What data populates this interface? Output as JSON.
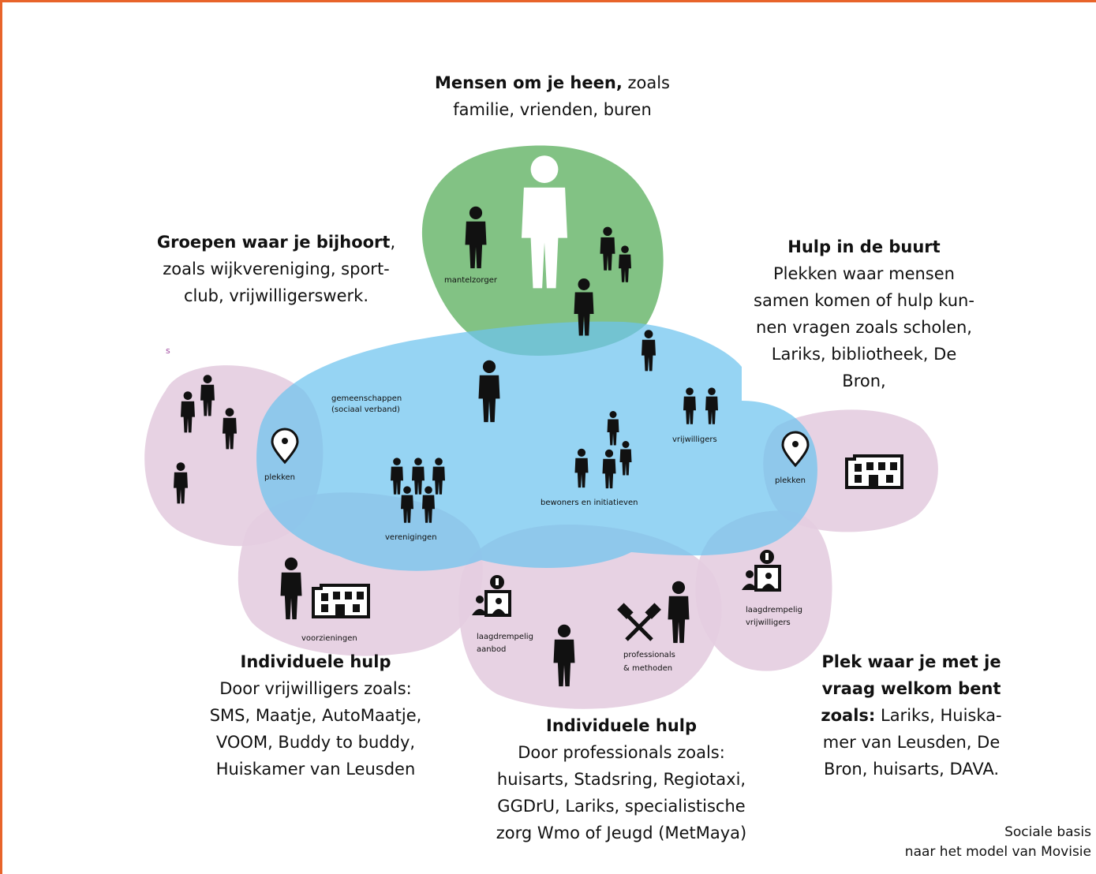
{
  "colors": {
    "border": "#e8642a",
    "green": "#6cb76e",
    "blue": "#6ec4ee",
    "purple": "#e4cde0",
    "figure": "#111111"
  },
  "texts": {
    "top": {
      "bold": "Mensen om je heen,",
      "rest": " zoals",
      "line2": "familie, vrienden, buren"
    },
    "groups": {
      "bold": "Groepen waar je bijhoort",
      "rest": ",",
      "line2": "zoals  wijkvereniging, sport-",
      "line3": "club, vrijwilligerswerk."
    },
    "buurt": {
      "title": "Hulp in de buurt",
      "line1": "Plekken waar mensen",
      "line2": "samen komen of hulp kun-",
      "line3": "nen vragen zoals scholen,",
      "line4": "Lariks, bibliotheek, De",
      "line5": "Bron,"
    },
    "ind_vol": {
      "title": "Individuele hulp",
      "line1": "Door vrijwilligers zoals:",
      "line2": "SMS, Maatje, AutoMaatje,",
      "line3": "VOOM, Buddy to buddy,",
      "line4": "Huiskamer van Leusden"
    },
    "ind_prof": {
      "title": "Individuele hulp",
      "line1": "Door professionals zoals:",
      "line2": "huisarts, Stadsring, Regiotaxi,",
      "line3": "GGDrU, Lariks, specialistische",
      "line4": "zorg Wmo of Jeugd (MetMaya)"
    },
    "plek": {
      "bold1": "Plek waar je met je",
      "bold2": "vraag welkom bent",
      "bold3": "zoals:",
      "rest3": " Lariks, Huiska-",
      "line4": "mer van Leusden, De",
      "line5": "Bron, huisarts, DAVA."
    }
  },
  "caption": {
    "line1": "Sociale basis",
    "line2": "naar het model van Movisie"
  },
  "labels": {
    "mantelzorger": "mantelzorger",
    "gemeenschappen": "gemeenschappen",
    "gemeenschappen2": "(sociaal verband)",
    "vrijwilligers": "vrijwilligers",
    "plekken_left": "plekken",
    "plekken_right": "plekken",
    "bewoners": "bewoners en initiatieven",
    "verenigingen": "verenigingen",
    "voorzieningen": "voorzieningen",
    "laagdrempelig1": "laagdrempelig",
    "laagdrempelig1b": "aanbod",
    "laagdrempelig2": "laagdrempelig",
    "laagdrempelig2b": "vrijwilligers",
    "professionals": "professionals",
    "professionals2": "& methoden"
  }
}
